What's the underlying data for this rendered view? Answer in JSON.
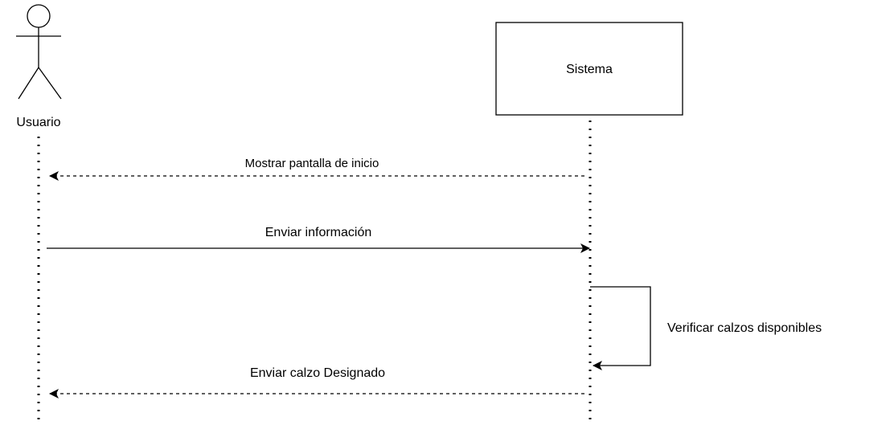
{
  "diagram": {
    "type": "sequence",
    "participants": [
      {
        "id": "usuario",
        "label": "Usuario",
        "kind": "actor"
      },
      {
        "id": "sistema",
        "label": "Sistema",
        "kind": "box"
      }
    ],
    "messages": [
      {
        "id": "mostrar",
        "from": "sistema",
        "to": "usuario",
        "label": "Mostrar pantalla de inicio",
        "style": "dashed"
      },
      {
        "id": "enviar-info",
        "from": "usuario",
        "to": "sistema",
        "label": "Enviar información",
        "style": "solid"
      },
      {
        "id": "verificar",
        "from": "sistema",
        "to": "sistema",
        "label": "Verificar calzos disponibles",
        "style": "solid"
      },
      {
        "id": "enviar-calzo",
        "from": "sistema",
        "to": "usuario",
        "label": "Enviar calzo Designado",
        "style": "dashed"
      }
    ]
  }
}
